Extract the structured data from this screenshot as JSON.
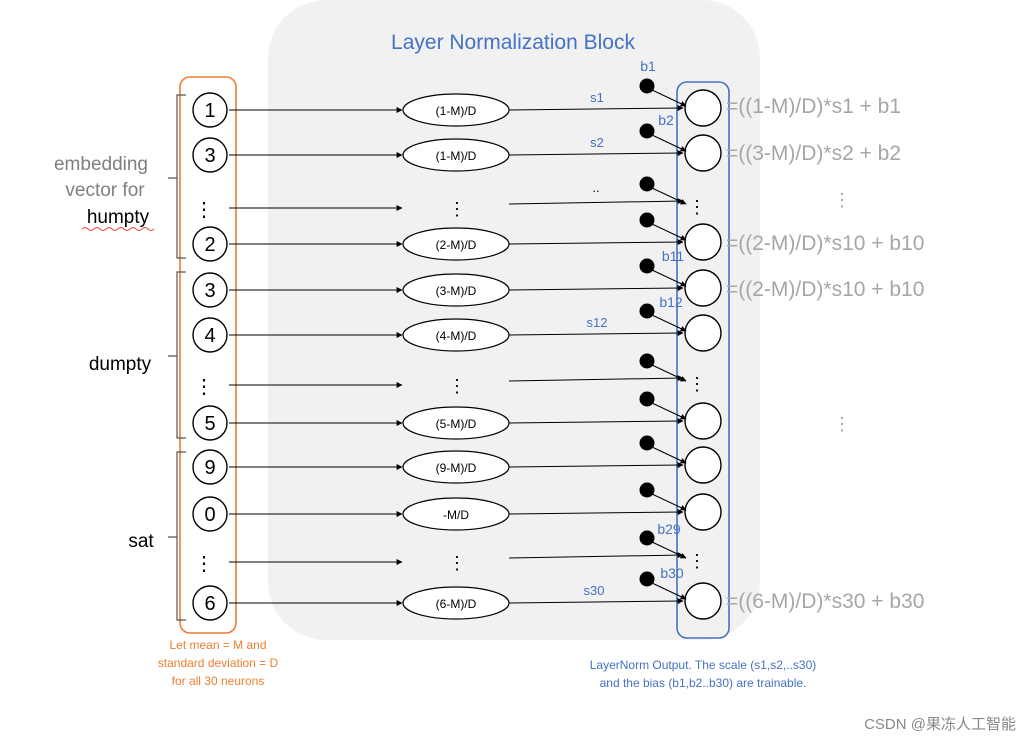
{
  "block": {
    "title": "Layer Normalization Block",
    "color_bg": "#f1f1f1",
    "color_title": "#4472c4"
  },
  "inputs": [
    {
      "label": "1"
    },
    {
      "label": "3"
    },
    {
      "label": "⋮"
    },
    {
      "label": "2"
    },
    {
      "label": "3"
    },
    {
      "label": "4"
    },
    {
      "label": "⋮"
    },
    {
      "label": "5"
    },
    {
      "label": "9"
    },
    {
      "label": "0"
    },
    {
      "label": "⋮"
    },
    {
      "label": "6"
    }
  ],
  "norm_nodes": [
    {
      "label": "(1-M)/D"
    },
    {
      "label": "(1-M)/D"
    },
    {
      "label": "⋮"
    },
    {
      "label": "(2-M)/D"
    },
    {
      "label": "(3-M)/D"
    },
    {
      "label": "(4-M)/D"
    },
    {
      "label": "⋮"
    },
    {
      "label": "(5-M)/D"
    },
    {
      "label": "(9-M)/D"
    },
    {
      "label": "-M/D"
    },
    {
      "label": "⋮"
    },
    {
      "label": "(6-M)/D"
    }
  ],
  "words": [
    {
      "label": "embedding"
    },
    {
      "label": "vector for"
    },
    {
      "label": "humpty"
    },
    {
      "label": "dumpty"
    },
    {
      "label": "sat"
    }
  ],
  "scales": [
    "s1",
    "s2",
    "..",
    "s12",
    "s30"
  ],
  "biases": [
    "b1",
    "b2",
    "b11",
    "b12",
    "b29",
    "b30"
  ],
  "outputs": [
    "=((1-M)/D)*s1 + b1",
    "=((3-M)/D)*s2 + b2",
    "=((2-M)/D)*s10 + b10",
    "=((2-M)/D)*s10 + b10",
    "=((6-M)/D)*s30 + b30"
  ],
  "vdots": "⋮",
  "orange_note": [
    "Let mean = M and",
    "standard deviation = D",
    "for all 30 neurons"
  ],
  "blue_note": [
    "LayerNorm Output. The scale (s1,s2,..s30)",
    "and the bias (b1,b2..b30) are trainable."
  ],
  "watermark": "CSDN @果冻人工智能",
  "colors": {
    "orange": "#ed7d31",
    "blue": "#4472c4",
    "gray_text": "#a6a6a6",
    "black": "#000000"
  }
}
